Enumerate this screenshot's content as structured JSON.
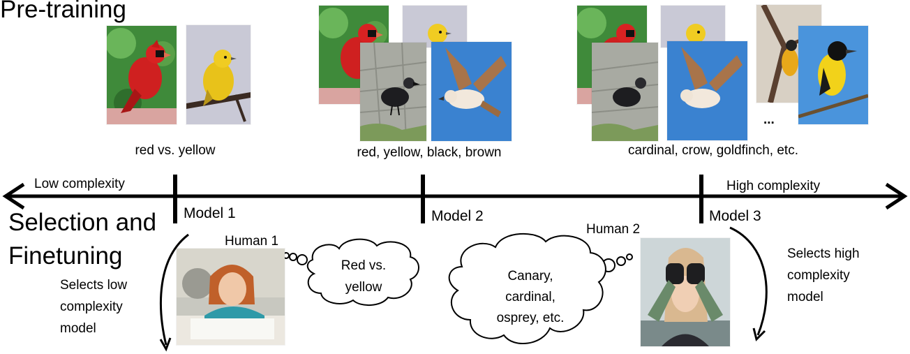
{
  "headings": {
    "pretraining": "Pre-training",
    "selection_line1": "Selection and",
    "selection_line2": "Finetuning"
  },
  "pretraining_groups": [
    {
      "caption": "red vs. yellow"
    },
    {
      "caption": "red, yellow, black, brown"
    },
    {
      "caption": "cardinal, crow, goldfinch, etc.",
      "ellipsis": "..."
    }
  ],
  "axis": {
    "low_label": "Low complexity",
    "high_label": "High complexity",
    "models": [
      "Model 1",
      "Model 2",
      "Model 3"
    ]
  },
  "humans": [
    {
      "name": "Human 1",
      "thought_line1": "Red vs.",
      "thought_line2": "yellow",
      "selects": [
        "Selects low",
        "complexity",
        "model"
      ]
    },
    {
      "name": "Human 2",
      "thought_lines": [
        "Canary,",
        "cardinal,",
        "osprey, etc."
      ],
      "selects": [
        "Selects high",
        "complexity",
        "model"
      ]
    }
  ],
  "image_subjects": [
    "red-cardinal",
    "yellow-warbler",
    "black-crow",
    "brown-hawk",
    "black-yellow-oriole",
    "girl-writing",
    "woman-binoculars"
  ]
}
